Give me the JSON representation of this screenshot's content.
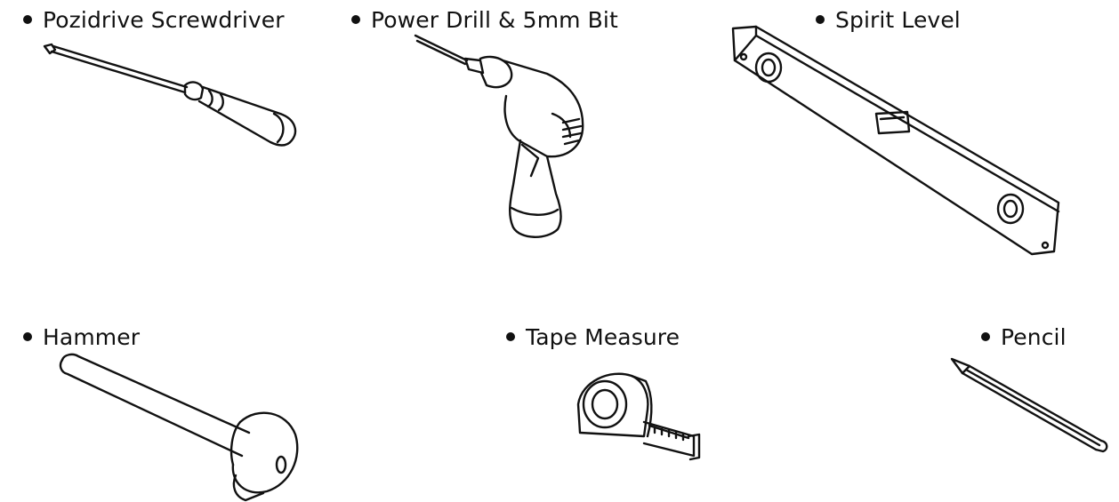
{
  "tools": [
    {
      "label": "Pozidrive Screwdriver",
      "icon": "screwdriver-icon"
    },
    {
      "label": "Power Drill & 5mm Bit",
      "icon": "power-drill-icon"
    },
    {
      "label": "Spirit Level",
      "icon": "spirit-level-icon"
    },
    {
      "label": "Hammer",
      "icon": "hammer-icon"
    },
    {
      "label": "Tape Measure",
      "icon": "tape-measure-icon"
    },
    {
      "label": "Pencil",
      "icon": "pencil-icon"
    }
  ]
}
